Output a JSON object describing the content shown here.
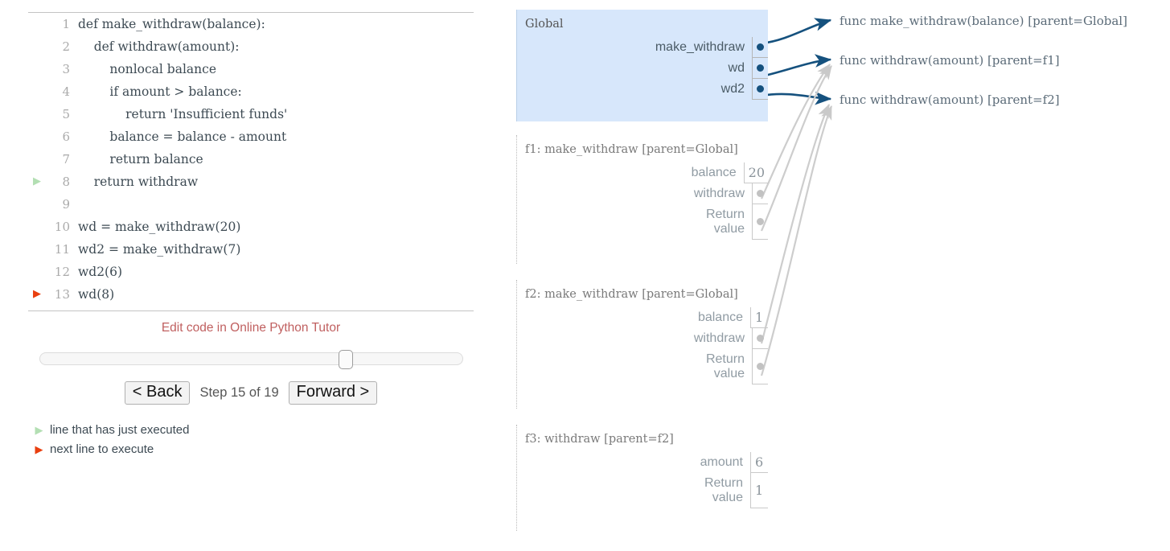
{
  "code": {
    "lines": [
      {
        "n": "1",
        "text": "def make_withdraw(balance):",
        "marker": ""
      },
      {
        "n": "2",
        "text": "    def withdraw(amount):",
        "marker": ""
      },
      {
        "n": "3",
        "text": "        nonlocal balance",
        "marker": ""
      },
      {
        "n": "4",
        "text": "        if amount > balance:",
        "marker": ""
      },
      {
        "n": "5",
        "text": "            return 'Insufficient funds'",
        "marker": ""
      },
      {
        "n": "6",
        "text": "        balance = balance - amount",
        "marker": ""
      },
      {
        "n": "7",
        "text": "        return balance",
        "marker": ""
      },
      {
        "n": "8",
        "text": "    return withdraw",
        "marker": "executed"
      },
      {
        "n": "9",
        "text": "",
        "marker": ""
      },
      {
        "n": "10",
        "text": "wd = make_withdraw(20)",
        "marker": ""
      },
      {
        "n": "11",
        "text": "wd2 = make_withdraw(7)",
        "marker": ""
      },
      {
        "n": "12",
        "text": "wd2(6)",
        "marker": ""
      },
      {
        "n": "13",
        "text": "wd(8)",
        "marker": "next"
      }
    ],
    "executed_glyph": "▶",
    "next_glyph": "▶"
  },
  "controls": {
    "edit_link": "Edit code in Online Python Tutor",
    "back_label": "< Back",
    "forward_label": "Forward >",
    "step_counter": "Step 15 of 19",
    "slider_percent": 73
  },
  "legend": {
    "executed": "line that has just executed",
    "next": "next line to execute"
  },
  "frames": [
    {
      "id": "global",
      "title": "Global",
      "active": true,
      "vars": [
        {
          "name": "make_withdraw",
          "value": "",
          "pointer": true
        },
        {
          "name": "wd",
          "value": "",
          "pointer": true
        },
        {
          "name": "wd2",
          "value": "",
          "pointer": true
        }
      ]
    },
    {
      "id": "f1",
      "title": "f1: make_withdraw [parent=Global]",
      "active": false,
      "vars": [
        {
          "name": "balance",
          "value": "20",
          "pointer": false
        },
        {
          "name": "withdraw",
          "value": "",
          "pointer": true
        },
        {
          "name": "Return\nvalue",
          "value": "",
          "pointer": true
        }
      ]
    },
    {
      "id": "f2",
      "title": "f2: make_withdraw [parent=Global]",
      "active": false,
      "vars": [
        {
          "name": "balance",
          "value": "1",
          "pointer": false
        },
        {
          "name": "withdraw",
          "value": "",
          "pointer": true
        },
        {
          "name": "Return\nvalue",
          "value": "",
          "pointer": true
        }
      ]
    },
    {
      "id": "f3",
      "title": "f3: withdraw [parent=f2]",
      "active": false,
      "vars": [
        {
          "name": "amount",
          "value": "6",
          "pointer": false
        },
        {
          "name": "Return\nvalue",
          "value": "1",
          "pointer": false
        }
      ]
    }
  ],
  "heap_objects": [
    {
      "id": "h1",
      "label": "func make_withdraw(balance) [parent=Global]"
    },
    {
      "id": "h2",
      "label": "func withdraw(amount) [parent=f1]"
    },
    {
      "id": "h3",
      "label": "func withdraw(amount) [parent=f2]"
    }
  ],
  "colors": {
    "global_frame_bg": "#d7e7fb",
    "pointer_active": "#15517e",
    "pointer_inactive": "#c2c2c2",
    "edit_link": "#c06060",
    "next_marker": "#e93f0f",
    "executed_marker": "#b3dfb3"
  }
}
